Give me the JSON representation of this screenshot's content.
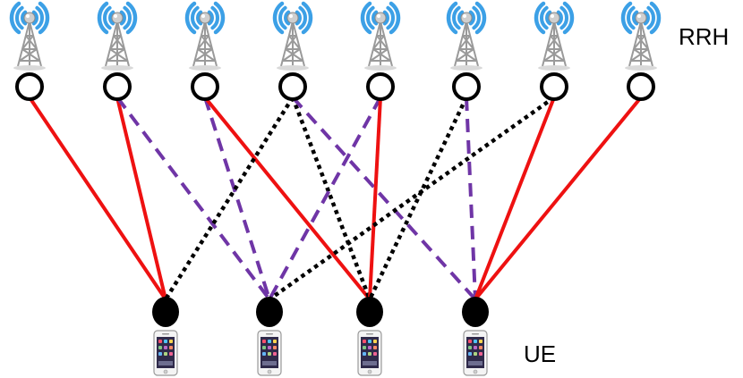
{
  "labels": {
    "rrh": "RRH",
    "ue": "UE"
  },
  "rrh_count": 8,
  "ue_count": 4,
  "icons": {
    "rrh": "radio-tower-icon",
    "ue": "smartphone-icon"
  },
  "colors": {
    "solid": "#ee1111",
    "dashed": "#6f35a6",
    "dotted": "#000000",
    "signal_wave": "#3ca0e6",
    "tower": "#9a9a9a"
  },
  "links": [
    {
      "rrh": 1,
      "ue": 1,
      "style": "solid"
    },
    {
      "rrh": 2,
      "ue": 1,
      "style": "solid"
    },
    {
      "rrh": 2,
      "ue": 2,
      "style": "dashed"
    },
    {
      "rrh": 3,
      "ue": 2,
      "style": "dashed"
    },
    {
      "rrh": 3,
      "ue": 3,
      "style": "solid"
    },
    {
      "rrh": 4,
      "ue": 1,
      "style": "dotted"
    },
    {
      "rrh": 4,
      "ue": 3,
      "style": "dotted"
    },
    {
      "rrh": 4,
      "ue": 4,
      "style": "dashed"
    },
    {
      "rrh": 5,
      "ue": 2,
      "style": "dashed"
    },
    {
      "rrh": 5,
      "ue": 3,
      "style": "solid"
    },
    {
      "rrh": 6,
      "ue": 3,
      "style": "dotted"
    },
    {
      "rrh": 6,
      "ue": 4,
      "style": "dashed"
    },
    {
      "rrh": 7,
      "ue": 2,
      "style": "dotted"
    },
    {
      "rrh": 7,
      "ue": 4,
      "style": "solid"
    },
    {
      "rrh": 8,
      "ue": 4,
      "style": "solid"
    }
  ]
}
